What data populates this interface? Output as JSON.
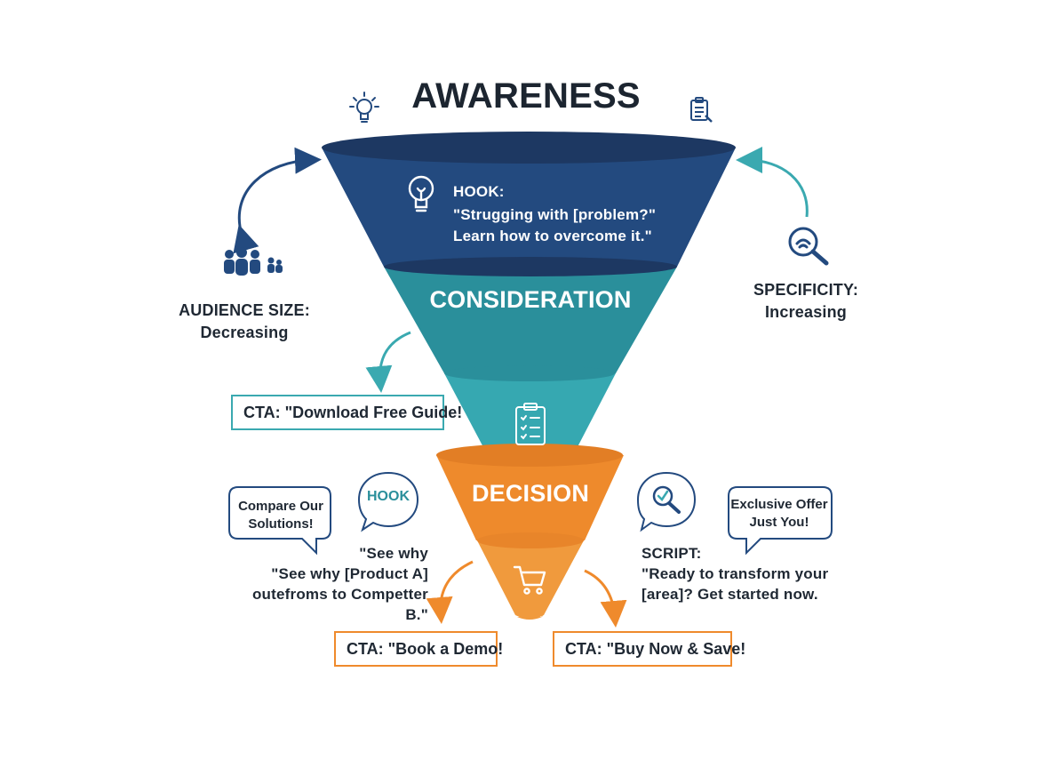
{
  "title": "AWARENESS",
  "stages": {
    "consideration": "CONSIDERATION",
    "decision": "DECISION"
  },
  "awareness_hook": {
    "label": "HOOK:",
    "text": "\"Strugging with [problem?\"\nLearn how to overcome it.\""
  },
  "audience_size": {
    "text": "AUDIENCE SIZE:\nDecreasing"
  },
  "specificity": {
    "text": "SPECIFICITY:\nIncreasing"
  },
  "cta": {
    "guide": "CTA: \"Download Free Guide!",
    "demo": "CTA: \"Book a Demo!",
    "buy": "CTA: \"Buy Now & Save!"
  },
  "bubbles": {
    "compare": "Compare Our Solutions!",
    "hook": "HOOK",
    "exclusive": "Exclusive Offer Just You!"
  },
  "decision_left_text": "\"See why\n\"See why [Product A]\noutefroms to Competter B.\"",
  "decision_right_text": "SCRIPT:\n\"Ready to transform your\n[area]? Get started now.",
  "icons": {
    "awareness_left": "lightbulb-icon",
    "awareness_right": "clipboard-icon",
    "awareness_hook": "lightbulb-icon",
    "audience": "people-icon",
    "specificity": "magnifier-icon",
    "consideration": "checklist-icon",
    "decision_left": "chat-bubble-icon",
    "decision_right": "magnifier-check-icon",
    "cart": "shopping-cart-icon"
  },
  "colors": {
    "awareness": "#234a7f",
    "awareness_rim": "#1d3862",
    "consideration": "#2a8f9b",
    "consideration_low": "#34a7b0",
    "decision": "#ee8a2c",
    "decision_low": "#f09a3d",
    "text_dark": "#1f2833",
    "teal_accent": "#3aa9b0",
    "orange_accent": "#ef8a2c"
  }
}
